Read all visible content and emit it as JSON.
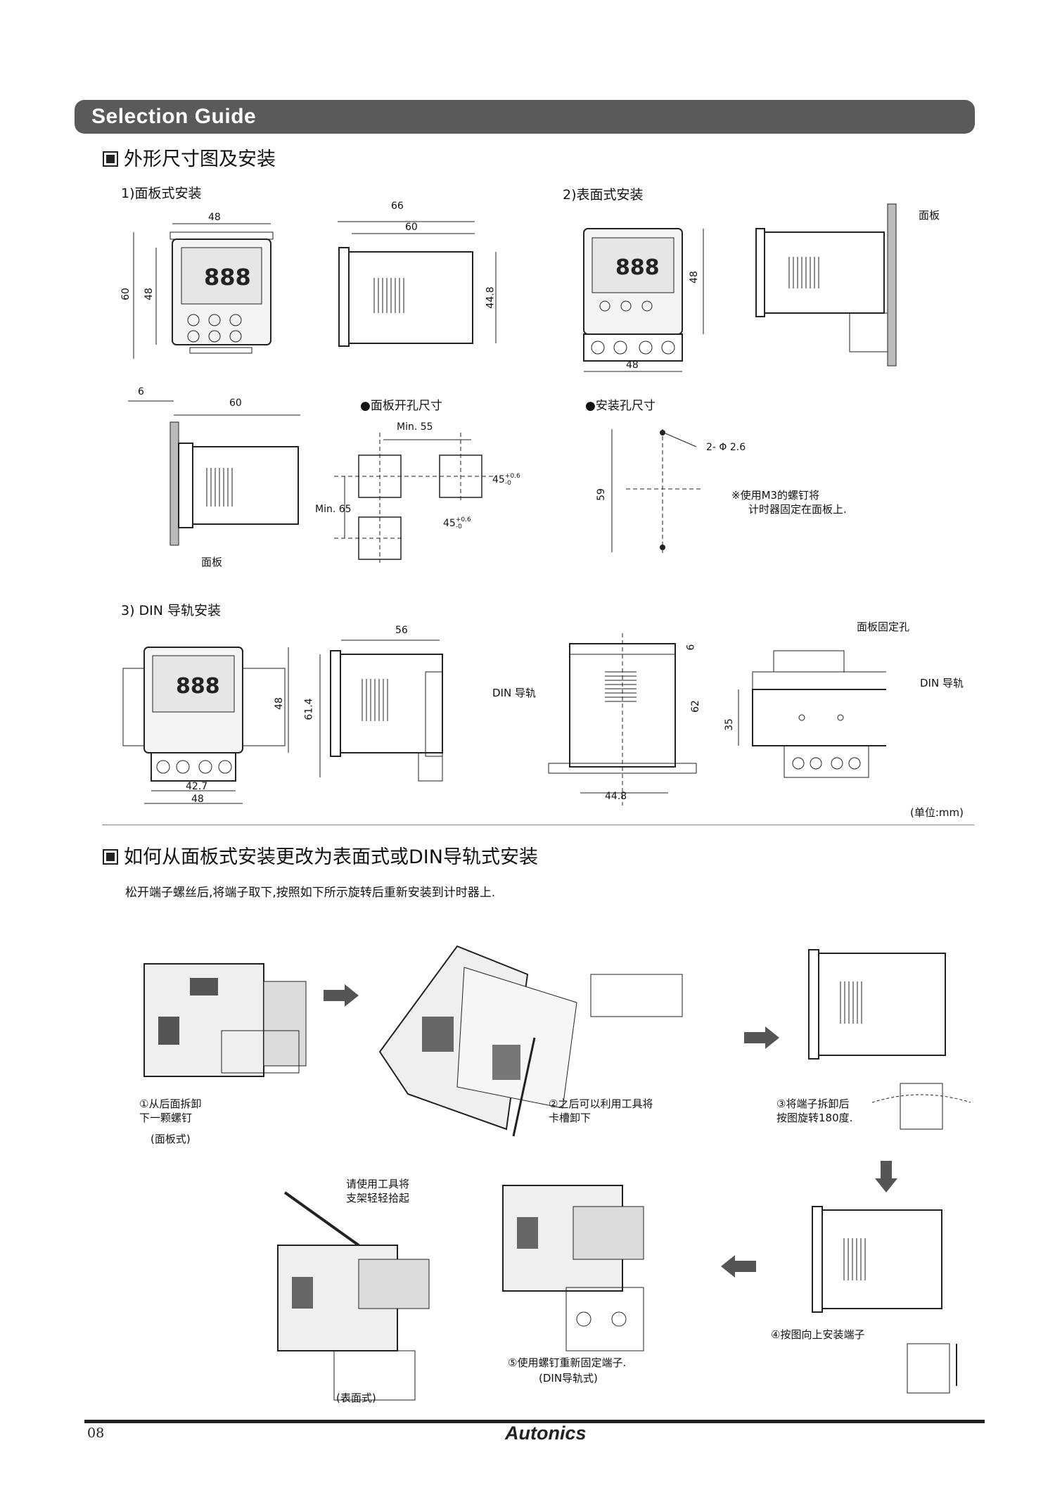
{
  "header": {
    "title": "Selection Guide"
  },
  "section1": {
    "title": "外形尺寸图及安装",
    "panel_mount": {
      "label": "1)面板式安装",
      "dims": [
        "48",
        "60",
        "48",
        "66",
        "60",
        "44.8",
        "6",
        "60"
      ],
      "panel_label": "面板"
    },
    "surface_mount": {
      "label": "2)表面式安装",
      "dims": [
        "48",
        "48"
      ],
      "panel_label": "面板"
    },
    "panel_cutout": {
      "label": "●面板开孔尺寸",
      "min55": "Min. 55",
      "min65": "Min. 65",
      "tol1": "45",
      "tol1_sup": "+0.6",
      "tol1_sub": "-0",
      "tol2": "45",
      "tol2_sup": "+0.6",
      "tol2_sub": "-0"
    },
    "hole_dims": {
      "label": "●安装孔尺寸",
      "hole": "2- Φ 2.6",
      "height": "59",
      "note_line1": "※使用M3的螺钉将",
      "note_line2": "计时器固定在面板上."
    },
    "din_mount": {
      "label": "3) DIN 导轨安装",
      "dims": [
        "48",
        "42.7",
        "48",
        "56",
        "61.4",
        "6",
        "62",
        "44.8",
        "35"
      ],
      "din_rail_label1": "DIN 导轨",
      "panel_fix_hole": "面板固定孔",
      "din_rail_label2": "DIN 导轨",
      "unit": "(单位:mm)"
    }
  },
  "section2": {
    "title": "如何从面板式安装更改为表面式或DIN导轨式安装",
    "intro": "松开端子螺丝后,将端子取下,按照如下所示旋转后重新安装到计时器上.",
    "steps": {
      "s1_line1": "①从后面拆卸",
      "s1_line2": "下一颗螺钉",
      "s1_line3": "(面板式)",
      "s2_line1": "②之后可以利用工具将",
      "s2_line2": "卡槽卸下",
      "s3_line1": "③将端子拆卸后",
      "s3_line2": "按图旋转180度.",
      "tool_line1": "请使用工具将",
      "tool_line2": "支架轻轻拾起",
      "s4": "④按图向上安装端子",
      "s5_line1": "⑤使用螺钉重新固定端子.",
      "s5_line2": "(DIN导轨式)",
      "surface": "(表面式)"
    }
  },
  "footer": {
    "page": "08",
    "brand": "Autonics"
  },
  "colors": {
    "header_bg": "#5a5a5a",
    "line": "#222222"
  }
}
